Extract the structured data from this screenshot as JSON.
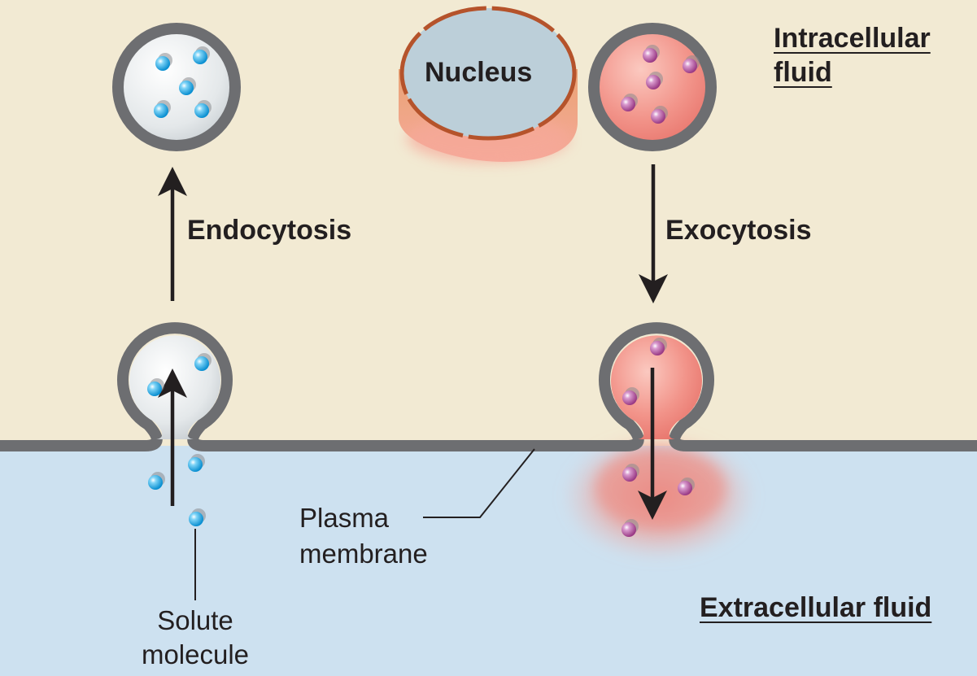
{
  "labels": {
    "intracellular_line1": "Intracellular",
    "intracellular_line2": "fluid",
    "extracellular": "Extracellular fluid",
    "nucleus": "Nucleus",
    "endocytosis": "Endocytosis",
    "exocytosis": "Exocytosis",
    "plasma_line1": "Plasma",
    "plasma_line2": "membrane",
    "solute_line1": "Solute",
    "solute_line2": "molecule"
  },
  "colors": {
    "intracellular_fluid": "#f2ead3",
    "extracellular_fluid": "#cde1f0",
    "membrane": "#6d6e71",
    "nucleus_fill": "#bccfd9",
    "nucleus_envelope": "#b5532b",
    "endocytic_vesicle_fill": "#e6e9eb",
    "exocytic_vesicle_fill": "#f08a80",
    "solute_molecule": "#1fa8e6",
    "secreted_molecule": "#b7539f",
    "text": "#231f20"
  }
}
